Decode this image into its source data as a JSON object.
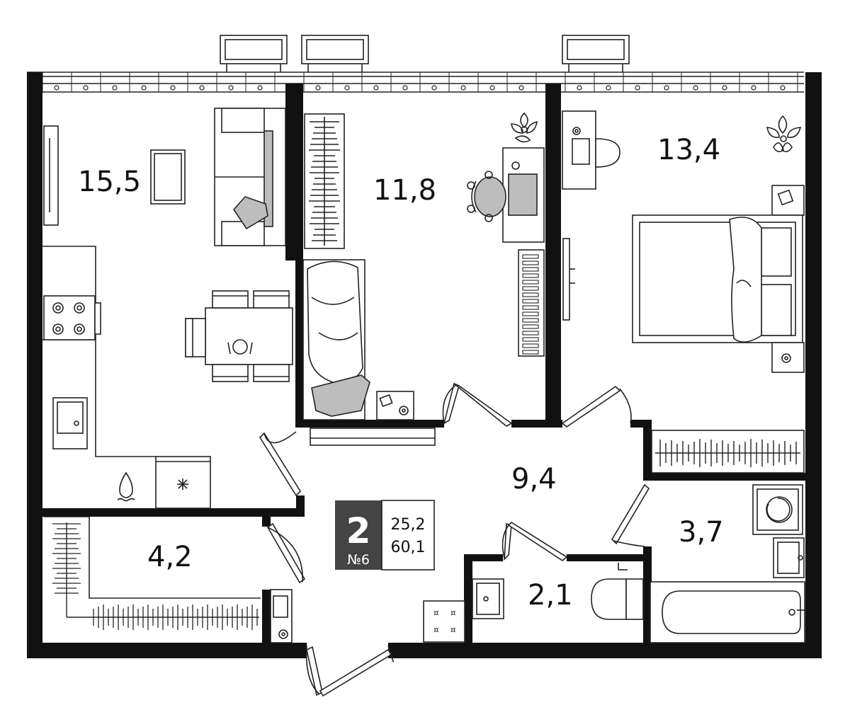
{
  "colors": {
    "wall": "#111111",
    "badge_bg": "#444444",
    "furniture_fill": "#bdbdbd",
    "line": "#222222",
    "background": "#ffffff"
  },
  "rooms": [
    {
      "id": "living-kitchen",
      "area": "15,5"
    },
    {
      "id": "bedroom-small",
      "area": "11,8"
    },
    {
      "id": "bedroom-large",
      "area": "13,4"
    },
    {
      "id": "hallway",
      "area": "9,4"
    },
    {
      "id": "storage",
      "area": "4,2"
    },
    {
      "id": "bathroom",
      "area": "3,7"
    },
    {
      "id": "toilet",
      "area": "2,1"
    }
  ],
  "badge": {
    "room_count": "2",
    "unit_number": "№6",
    "living_area": "25,2",
    "total_area": "60,1"
  }
}
